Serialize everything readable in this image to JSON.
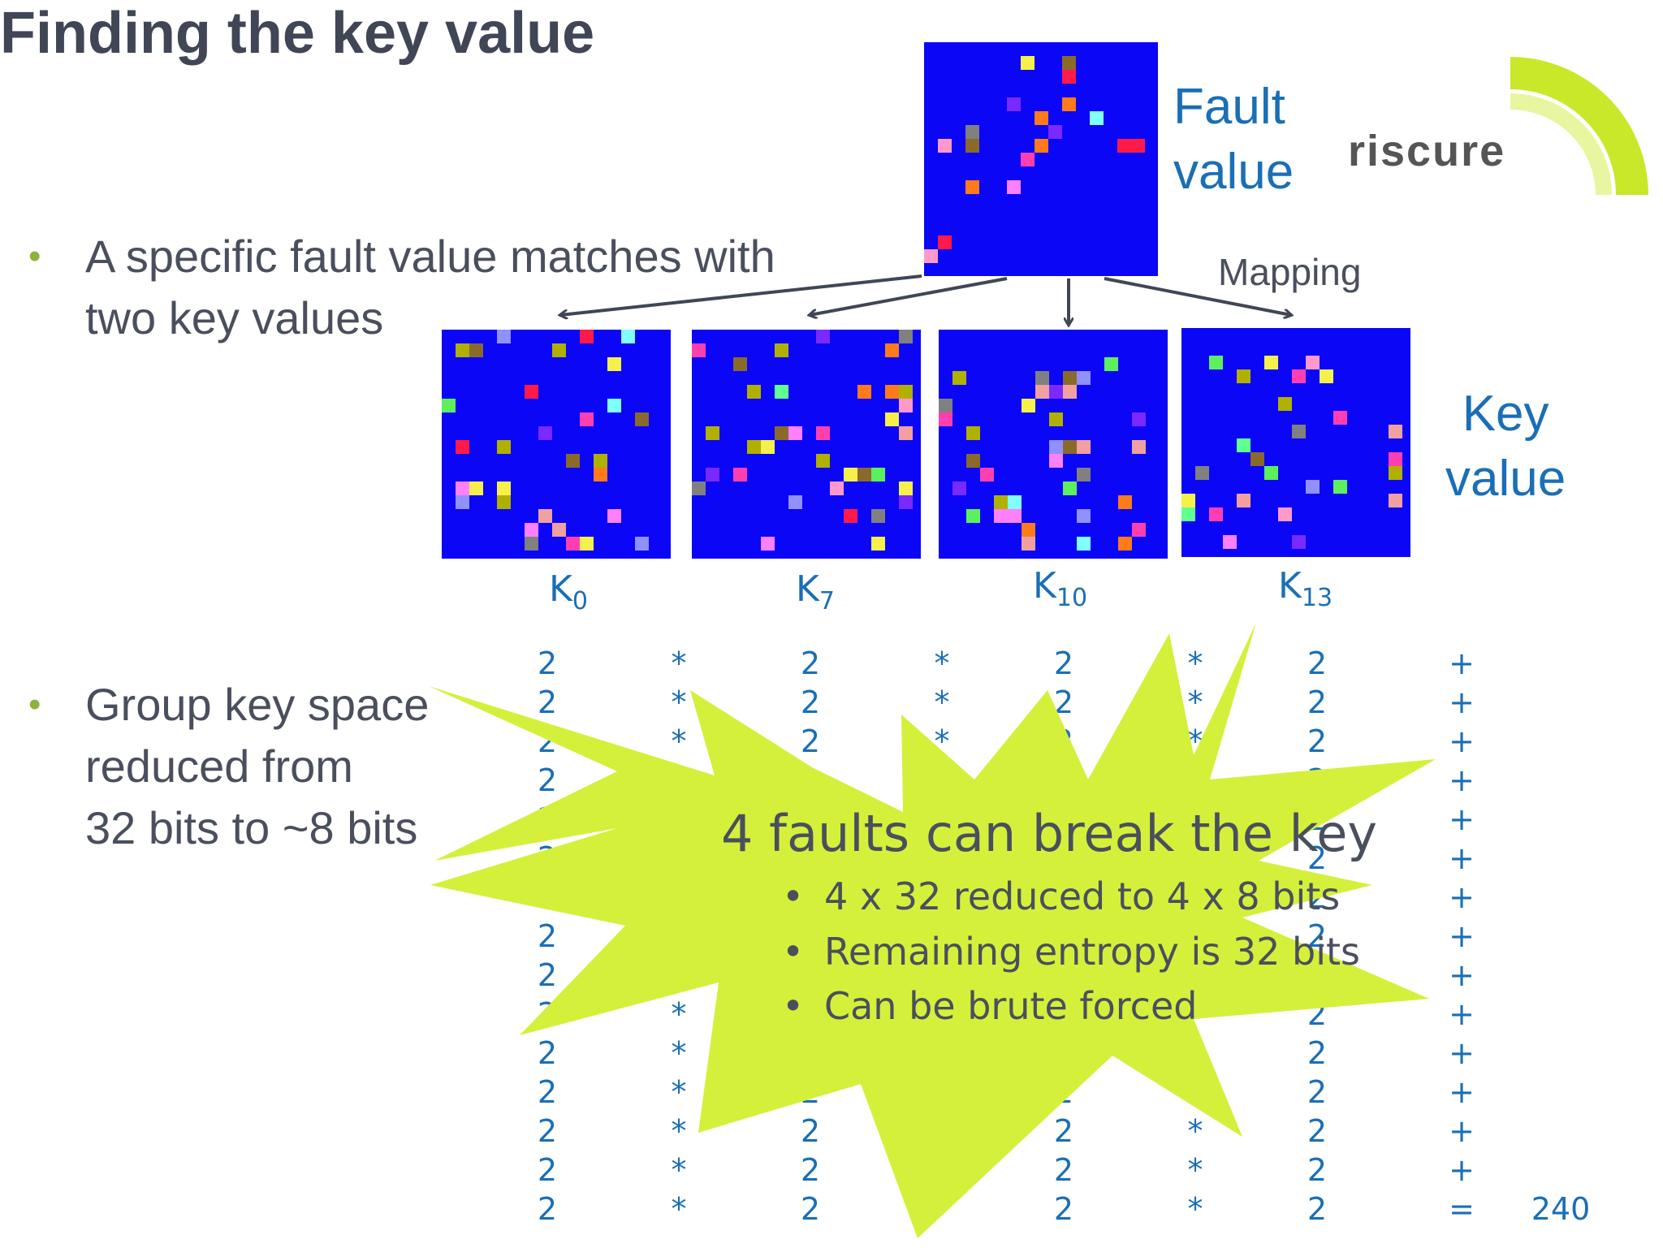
{
  "slide": {
    "title": "Finding the key value",
    "bullets": [
      {
        "lines": [
          "A specific fault value matches with",
          "two key values"
        ]
      },
      {
        "lines": [
          "Group key space",
          "reduced from",
          "32 bits to ~8 bits"
        ]
      }
    ],
    "fault_label": [
      "Fault",
      "value"
    ],
    "key_label": [
      "Key",
      "value"
    ],
    "mapping_label": "Mapping",
    "logo_text": "riscure",
    "key_grids": [
      {
        "base": "K",
        "sub": "0"
      },
      {
        "base": "K",
        "sub": "7"
      },
      {
        "base": "K",
        "sub": "10"
      },
      {
        "base": "K",
        "sub": "13"
      }
    ],
    "formula": {
      "columns": [
        "2",
        "*",
        "2",
        "*",
        "2",
        "*",
        "2",
        "+"
      ],
      "rows": 15,
      "last_row": [
        "2",
        "*",
        "2",
        "*",
        "2",
        "*",
        "2",
        "="
      ],
      "result": "240"
    },
    "callout": {
      "title": "4 faults can break the key",
      "items": [
        "4 x 32 reduced to 4 x 8 bits",
        "Remaining entropy is 32 bits",
        "Can be brute forced"
      ],
      "bullet_char": "•"
    },
    "bullet_char": "•"
  },
  "colors": {
    "grid_bg": "#0b06f5",
    "burst": "#d4f03b",
    "accent_blue": "#1a6fb5",
    "bullet_green": "#8db33a",
    "logo_green": "#c9e82a"
  }
}
